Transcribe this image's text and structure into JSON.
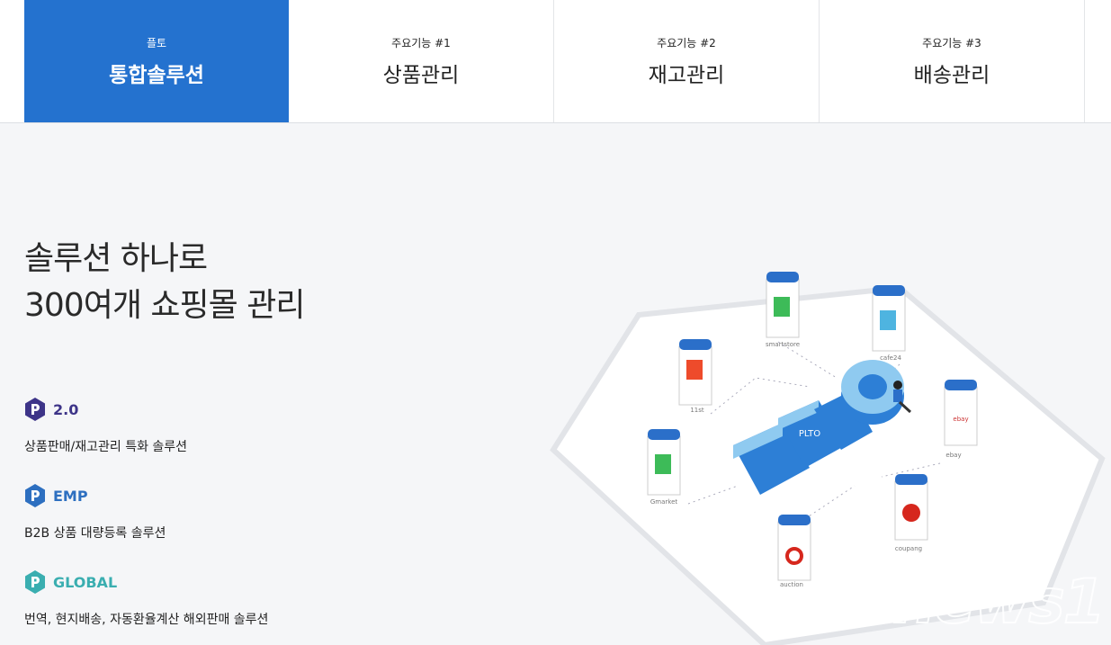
{
  "tabs": [
    {
      "sub": "플토",
      "main": "통합솔루션",
      "active": true
    },
    {
      "sub": "주요기능 #1",
      "main": "상품관리"
    },
    {
      "sub": "주요기능 #2",
      "main": "재고관리"
    },
    {
      "sub": "주요기능 #3",
      "main": "배송관리"
    }
  ],
  "headline": {
    "line1": "솔루션 하나로",
    "line2": "300여개 쇼핑몰 관리"
  },
  "products": [
    {
      "name": "2.0",
      "desc": "상품판매/재고관리 특화 솔루션",
      "color": "#3d3488"
    },
    {
      "name": "EMP",
      "desc": "B2B 상품 대량등록 솔루션",
      "color": "#2d6fc0"
    },
    {
      "name": "GLOBAL",
      "desc": "번역, 현지배송, 자동환율계산 해외판매 솔루션",
      "color": "#3aaeb0"
    }
  ],
  "illustration": {
    "logo": "PLTO",
    "stores": [
      "smartstore",
      "cafe24",
      "11st",
      "ebay",
      "Gmarket",
      "coupang",
      "auction"
    ]
  },
  "watermark": "news1"
}
